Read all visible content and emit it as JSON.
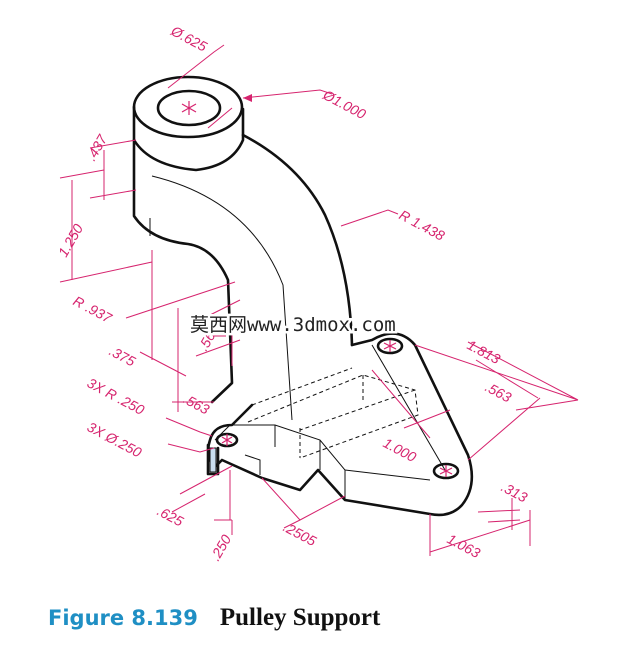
{
  "dimensions": {
    "hub_inner_dia": "Ø.625",
    "hub_outer_dia": "Ø1.000",
    "hub_height": ".437",
    "overall_height": "1.250",
    "outer_radius": "R 1.438",
    "inner_radius": "R .937",
    "d375": ".375",
    "d563_vertical": ".563",
    "d563_left": ".563",
    "fillet_radius": "3X R .250",
    "hole_dia": "3X Ø.250",
    "d625": ".625",
    "d250": ".250",
    "d2505": ".2505",
    "d1813": "1.813",
    "d563_right": ".563",
    "d1000": "1.000",
    "d313": ".313",
    "d1063": "1.063"
  },
  "watermark": "莫西网www.3dmox.com",
  "caption": {
    "figure_number": "Figure 8.139",
    "title": "Pulley Support"
  },
  "colors": {
    "dimension": "#d6246e",
    "figure_number": "#1f8fc4",
    "line": "#111111"
  }
}
